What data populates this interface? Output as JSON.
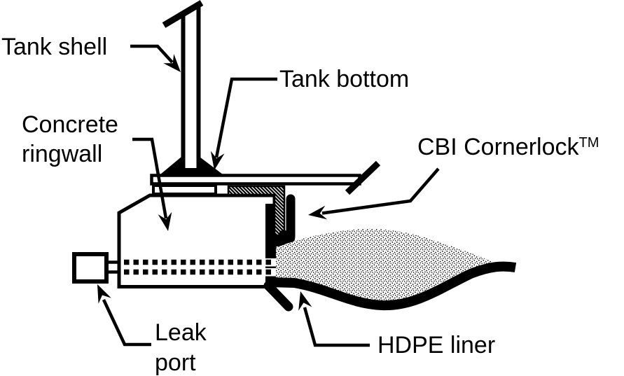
{
  "colors": {
    "ink": "#000000",
    "background": "#ffffff"
  },
  "labels": {
    "tank_shell": "Tank shell",
    "tank_bottom": "Tank bottom",
    "concrete_ringwall_line1": "Concrete",
    "concrete_ringwall_line2": "ringwall",
    "cbi_cornerlock": "CBI Cornerlock",
    "cbi_cornerlock_superscript": "TM",
    "leak_port_line1": "Leak",
    "leak_port_line2": "port",
    "hdpe_liner": "HDPE liner"
  }
}
